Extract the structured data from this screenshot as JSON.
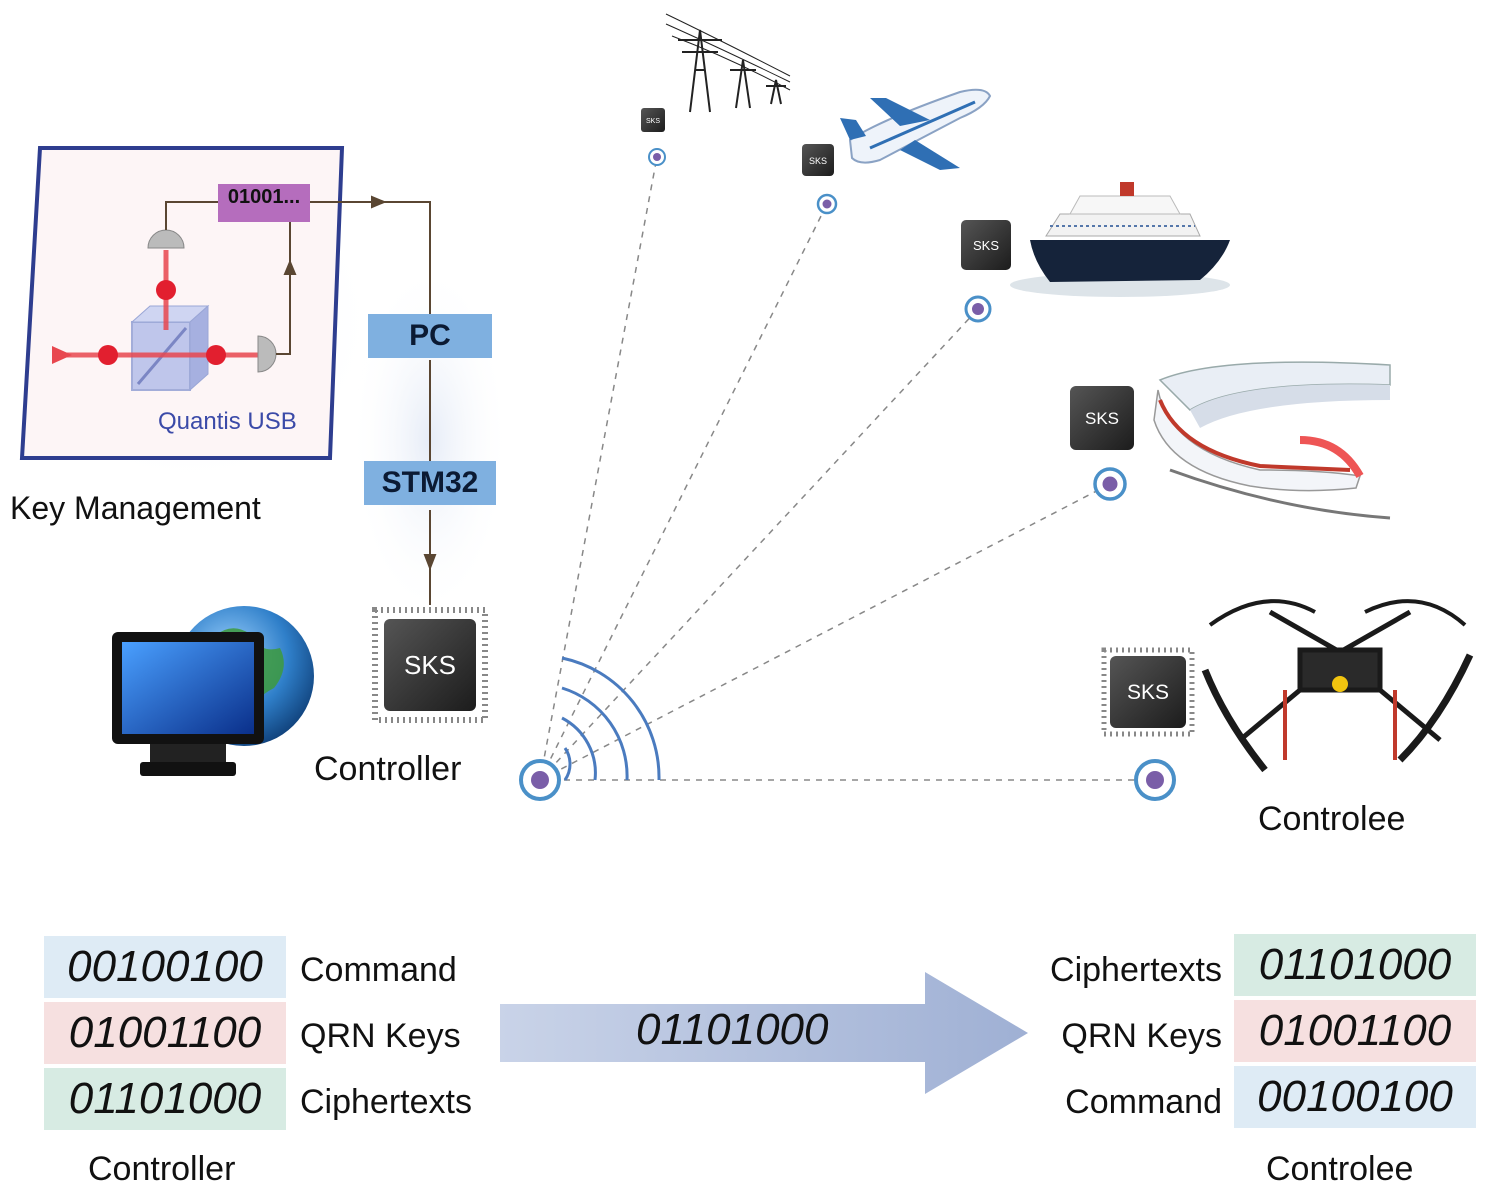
{
  "key_management": {
    "title": "Key Management",
    "device_label": "Quantis USB",
    "bits_label": "01001..."
  },
  "pipeline": {
    "pc_label": "PC",
    "stm_label": "STM32"
  },
  "chip_label": "SKS",
  "controller_label": "Controller",
  "controlee_label": "Controlee",
  "targets": [
    "power-line",
    "airplane",
    "cruise-ship",
    "high-speed-train",
    "quadcopter-drone"
  ],
  "controller_table": {
    "rows": [
      {
        "bits": "00100100",
        "label": "Command",
        "color": "#deebf5"
      },
      {
        "bits": "01001100",
        "label": "QRN Keys",
        "color": "#f6e0e0"
      },
      {
        "bits": "01101000",
        "label": "Ciphertexts",
        "color": "#d7ebe3"
      }
    ],
    "caption": "Controller"
  },
  "transmission": {
    "bits": "01101000",
    "arrow_color": "#a8b6d6"
  },
  "controlee_table": {
    "rows": [
      {
        "bits": "01101000",
        "label": "Ciphertexts",
        "color": "#d7ebe3"
      },
      {
        "bits": "01001100",
        "label": "QRN Keys",
        "color": "#f6e0e0"
      },
      {
        "bits": "00100100",
        "label": "Command",
        "color": "#deebf5"
      }
    ],
    "caption": "Controlee"
  },
  "colors": {
    "frame": "#2e3d8f",
    "laser": "#e8474f",
    "node_ring": "#4a90c8",
    "node_dot": "#7a5ea8",
    "wave": "#4a7bbf",
    "pipeline_box": "#7fb0e0"
  }
}
